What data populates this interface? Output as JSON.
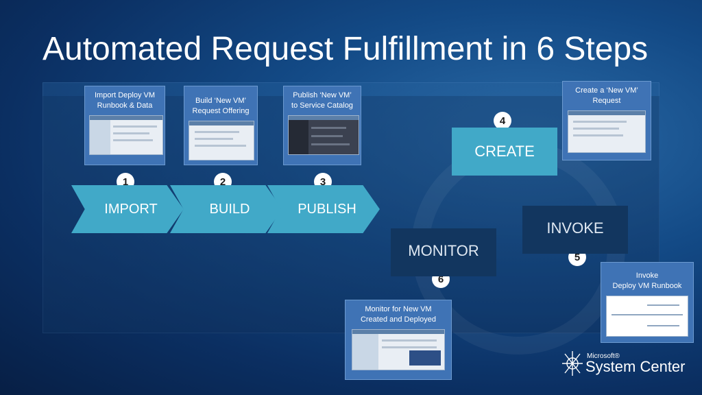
{
  "title": "Automated Request Fulfillment in 6 Steps",
  "cards": {
    "import": "Import Deploy VM\nRunbook & Data",
    "build": "Build ‘New VM’\nRequest Offering",
    "publish": "Publish ‘New VM’\nto Service Catalog",
    "create": "Create  a  ‘New VM’\nRequest",
    "invoke": "Invoke\nDeploy VM Runbook",
    "monitor": "Monitor for New VM\nCreated and Deployed"
  },
  "steps": {
    "import": "IMPORT",
    "build": "BUILD",
    "publish": "PUBLISH",
    "create": "CREATE",
    "invoke": "INVOKE",
    "monitor": "MONITOR"
  },
  "numbers": {
    "n1": "1",
    "n2": "2",
    "n3": "3",
    "n4": "4",
    "n5": "5",
    "n6": "6"
  },
  "logo": {
    "small": "Microsoft®",
    "big": "System Center"
  },
  "colors": {
    "arrow": "#41a9c8",
    "card": "#3f73b5",
    "dark_stage": "#12365f",
    "background": "#0b2f62"
  }
}
